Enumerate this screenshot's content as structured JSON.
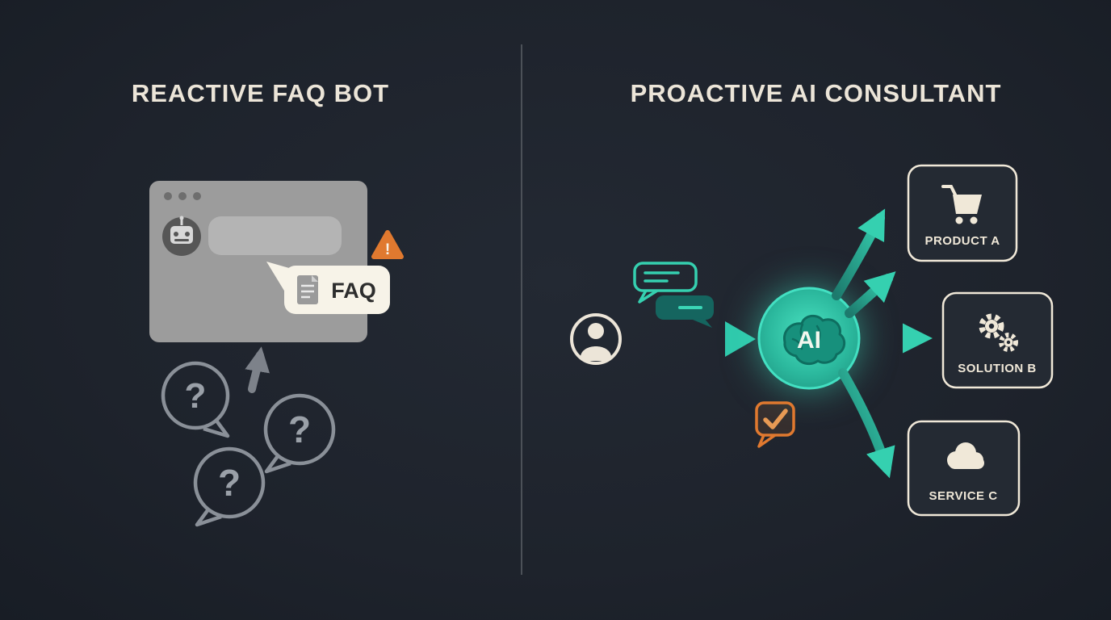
{
  "colors": {
    "background": "#1e232c",
    "heading": "#ece5d8",
    "divider": "#4c5158",
    "teal_bright": "#3ad6b6",
    "teal_dark": "#19685f",
    "orange": "#e0792f",
    "window_gray": "#9c9c9c",
    "bubble_stroke": "#8a9098",
    "card_border": "#f0e8d8"
  },
  "left": {
    "title": "REACTIVE FAQ BOT",
    "browser_window": {
      "icon": "robot-avatar-icon"
    },
    "faq_bubble": {
      "label": "FAQ",
      "icon": "document-icon"
    },
    "warning": {
      "mark": "!",
      "icon": "warning-triangle-icon"
    },
    "question_bubbles": [
      "?",
      "?",
      "?"
    ]
  },
  "right": {
    "title": "PROACTIVE AI CONSULTANT",
    "user_icon": "person-icon",
    "chat_icons": [
      "chat-bubble-outline-icon",
      "chat-bubble-filled-icon"
    ],
    "ai_node": {
      "label": "AI",
      "icon": "brain-icon"
    },
    "check_icon": "check-badge-icon",
    "cards": [
      {
        "label": "PRODUCT A",
        "icon": "shopping-cart-icon"
      },
      {
        "label": "SOLUTION B",
        "icon": "gears-icon"
      },
      {
        "label": "SERVICE C",
        "icon": "cloud-icon"
      }
    ]
  }
}
